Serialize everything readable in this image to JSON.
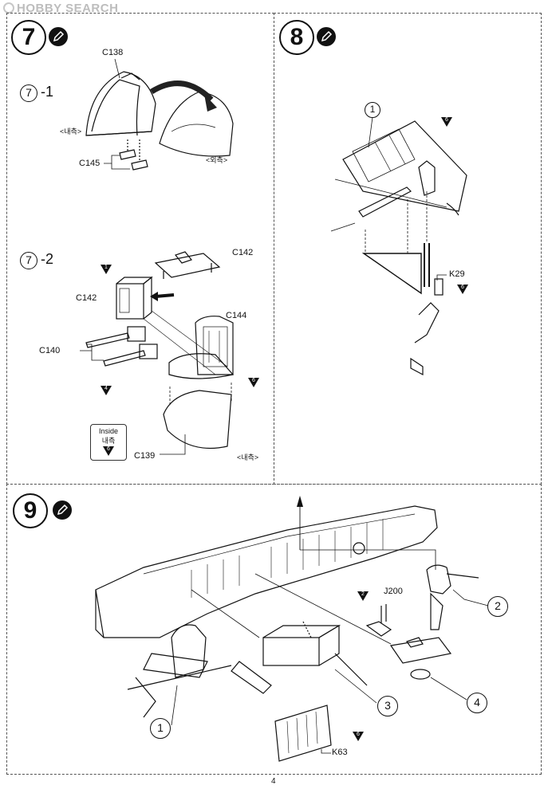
{
  "watermark": "HOBBY SEARCH",
  "page_number": "4",
  "steps": {
    "s7": {
      "number": "7",
      "icon": "glue-pencil-icon",
      "sub1": {
        "number": "7",
        "suffix": "-1"
      },
      "sub2": {
        "number": "7",
        "suffix": "-2"
      },
      "labels": {
        "c138": "C138",
        "inner1": "<내측>",
        "outer": "<외측>",
        "c145": "C145",
        "c142a": "C142",
        "c142b": "C142",
        "c144": "C144",
        "c140": "C140",
        "c139": "C139",
        "inner2": "<내측>"
      },
      "inside_box": {
        "en": "Inside",
        "ko": "내측",
        "color": "6"
      },
      "color_refs": {
        "t1": "1",
        "t4": "4",
        "t6": "6"
      }
    },
    "s8": {
      "number": "8",
      "icon": "glue-pencil-icon",
      "labels": {
        "k29": "K29"
      },
      "callouts": {
        "c1": "1"
      },
      "color_refs": {
        "t6a": "6",
        "t6b": "6"
      }
    },
    "s9": {
      "number": "9",
      "icon": "glue-pencil-icon",
      "labels": {
        "j200": "J200",
        "k63": "K63"
      },
      "callouts": {
        "c1": "1",
        "c2": "2",
        "c3": "3",
        "c4": "4"
      },
      "color_refs": {
        "t2": "2",
        "t6": "6"
      }
    }
  }
}
